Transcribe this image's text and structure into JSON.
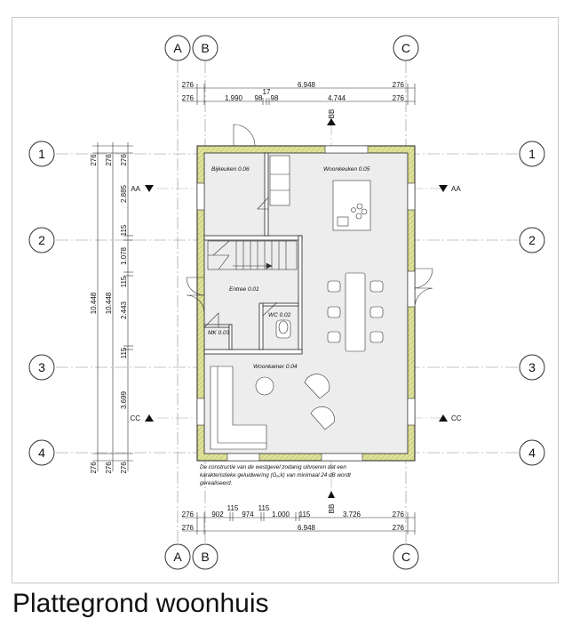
{
  "caption": "Plattegrond woonhuis",
  "grid": {
    "columns": [
      "A",
      "B",
      "C"
    ],
    "rows": [
      "1",
      "2",
      "3",
      "4"
    ]
  },
  "sections": {
    "aa": "AA",
    "bb": "BB",
    "cc": "CC"
  },
  "rooms": {
    "bijkeuken": "Bijkeuken 0.06",
    "woonkeuken": "Woonkeuken 0.05",
    "entree": "Entree 0.01",
    "wc": "WC 0.02",
    "mk": "MK 0.03",
    "woonkamer": "Woonkamer 0.04"
  },
  "dimensions": {
    "top_total": {
      "left": "276",
      "mid": "6.948",
      "right": "276"
    },
    "top_detail": {
      "left": "276",
      "a": "1.990",
      "b": "98",
      "c": "17",
      "d": "98",
      "e": "4.744",
      "right": "276"
    },
    "bottom_detail": {
      "left": "276",
      "a": "902",
      "b": "115",
      "c": "974",
      "d": "115",
      "e": "1.000",
      "f": "115",
      "g": "3.726",
      "right": "276"
    },
    "bottom_total": {
      "left": "276",
      "mid": "6.948",
      "right": "276"
    },
    "left_total": "10.448",
    "left_mid": "10.448",
    "left_detail": [
      "276",
      "2.885",
      "115",
      "1.078",
      "115",
      "2.443",
      "115",
      "3.699",
      "276"
    ],
    "left_ends": {
      "top_a": "276",
      "top_b": "276",
      "bottom_a": "276",
      "bottom_b": "276"
    }
  },
  "note": {
    "line1": "De constructie van de westgevel zodanig uitvoeren dat een",
    "line2": "karakteristieke geluidwering (Gₐ;k) van minimaal 24 dB wordt",
    "line3": "gerealiseerd."
  },
  "colors": {
    "wall_fill": "#dfe29a",
    "floor": "#ededed",
    "line": "#222222",
    "grid_line": "#888888"
  }
}
